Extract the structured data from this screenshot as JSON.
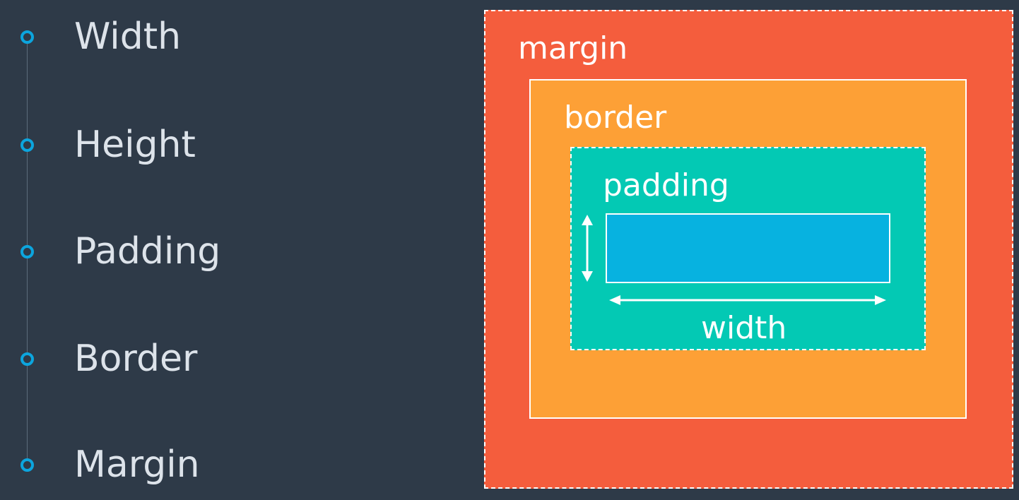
{
  "list": {
    "items": [
      {
        "label": "Width"
      },
      {
        "label": "Height"
      },
      {
        "label": "Padding"
      },
      {
        "label": "Border"
      },
      {
        "label": "Margin"
      }
    ]
  },
  "diagram": {
    "margin_label": "margin",
    "border_label": "border",
    "padding_label": "padding",
    "width_label": "width"
  },
  "colors": {
    "background": "#2e3a48",
    "bullet": "#0ca5de",
    "margin": "#f45d3d",
    "border": "#fda036",
    "padding": "#03c9b4",
    "content": "#07b2e0"
  }
}
